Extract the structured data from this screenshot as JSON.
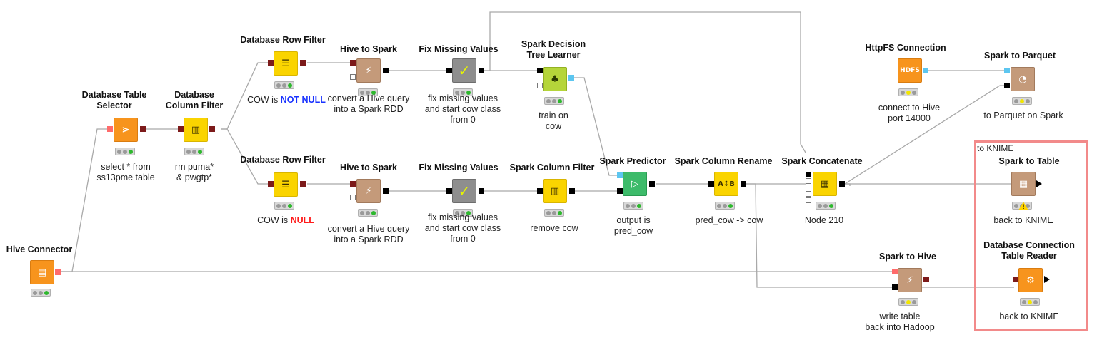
{
  "colors": {
    "reader_node": "#f7941d",
    "manipulator_node": "#fad400",
    "spark_node": "#c49a7a",
    "learner_node": "#b5d53a",
    "predictor_node": "#3dbb6a",
    "db_port": "#7c1a1a",
    "spark_port": "#000000",
    "connection_port": "#5cc6f0",
    "highlight_border": "#f28a8a"
  },
  "nodes": {
    "hive_connector": {
      "title": "Hive Connector",
      "icon": "hive-connector-icon",
      "status": "executed",
      "annotation": []
    },
    "db_table_selector": {
      "title": [
        "Database Table",
        "Selector"
      ],
      "icon": "database-table-selector-icon",
      "status": "executed",
      "annotation": [
        "select * from",
        "ss13pme table"
      ]
    },
    "db_column_filter": {
      "title": [
        "Database",
        "Column Filter"
      ],
      "icon": "database-column-filter-icon",
      "status": "executed",
      "annotation": [
        "rm puma*",
        "& pwgtp*"
      ]
    },
    "db_row_filter_1": {
      "title": "Database Row Filter",
      "icon": "database-row-filter-icon",
      "status": "executed",
      "annotation_prefix": "COW is ",
      "annotation_highlight": "NOT NULL"
    },
    "db_row_filter_2": {
      "title": "Database Row Filter",
      "icon": "database-row-filter-icon",
      "status": "executed",
      "annotation_prefix": "COW is ",
      "annotation_highlight": "NULL"
    },
    "hive_to_spark_1": {
      "title": "Hive to Spark",
      "icon": "hive-to-spark-icon",
      "status": "executed",
      "annotation": [
        "convert a Hive query",
        "into a Spark RDD"
      ]
    },
    "hive_to_spark_2": {
      "title": "Hive to Spark",
      "icon": "hive-to-spark-icon",
      "status": "executed",
      "annotation": [
        "convert a Hive query",
        "into a Spark RDD"
      ]
    },
    "fix_missing_1": {
      "title": "Fix Missing Values",
      "icon": "checkmark-icon",
      "status": "executed",
      "annotation": [
        "fix missing values",
        "and start cow class",
        "from 0"
      ]
    },
    "fix_missing_2": {
      "title": "Fix Missing Values",
      "icon": "checkmark-icon",
      "status": "executed",
      "annotation": [
        "fix missing values",
        "and start cow class",
        "from 0"
      ]
    },
    "decision_tree": {
      "title": [
        "Spark Decision",
        "Tree Learner"
      ],
      "icon": "decision-tree-learner-icon",
      "status": "executed",
      "annotation": [
        "train on",
        "cow"
      ]
    },
    "spark_column_filter": {
      "title": "Spark Column Filter",
      "icon": "spark-column-filter-icon",
      "status": "executed",
      "annotation": [
        "remove cow"
      ]
    },
    "spark_predictor": {
      "title": "Spark Predictor",
      "icon": "predictor-icon",
      "status": "executed",
      "annotation": [
        "output is",
        "pred_cow"
      ]
    },
    "spark_column_rename": {
      "title": "Spark Column Rename",
      "icon": "column-rename-icon",
      "status": "executed",
      "annotation": [
        "pred_cow -> cow"
      ]
    },
    "spark_concatenate": {
      "title": "Spark Concatenate",
      "icon": "concatenate-icon",
      "status": "executed",
      "annotation": [
        "Node 210"
      ]
    },
    "httpfs_connection": {
      "title": "HttpFS Connection",
      "icon": "httpfs-connection-icon",
      "status": "configured",
      "annotation": [
        "connect to Hive",
        "port 14000"
      ]
    },
    "spark_to_parquet": {
      "title": "Spark to Parquet",
      "icon": "spark-to-parquet-icon",
      "status": "configured",
      "annotation": [
        "to Parquet on Spark"
      ]
    },
    "spark_to_table": {
      "title": "Spark to Table",
      "icon": "spark-to-table-icon",
      "status": "warning",
      "annotation": [
        "back to KNIME"
      ]
    },
    "spark_to_hive": {
      "title": "Spark to Hive",
      "icon": "spark-to-hive-icon",
      "status": "configured",
      "annotation": [
        "write table",
        "back into Hadoop"
      ]
    },
    "db_connection_table_reader": {
      "title": [
        "Database Connection",
        "Table Reader"
      ],
      "icon": "database-table-reader-icon",
      "status": "configured",
      "annotation": [
        "back to KNIME"
      ]
    }
  },
  "highlight_box": {
    "label": "to KNIME"
  }
}
